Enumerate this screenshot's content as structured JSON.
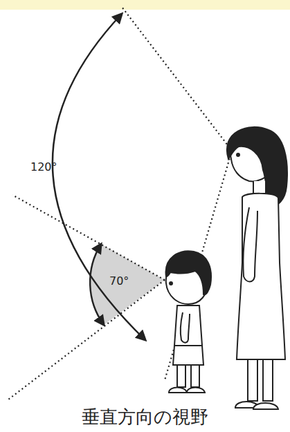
{
  "diagram": {
    "caption": "垂直方向の視野",
    "labels": [
      "120°",
      "70°"
    ]
  }
}
